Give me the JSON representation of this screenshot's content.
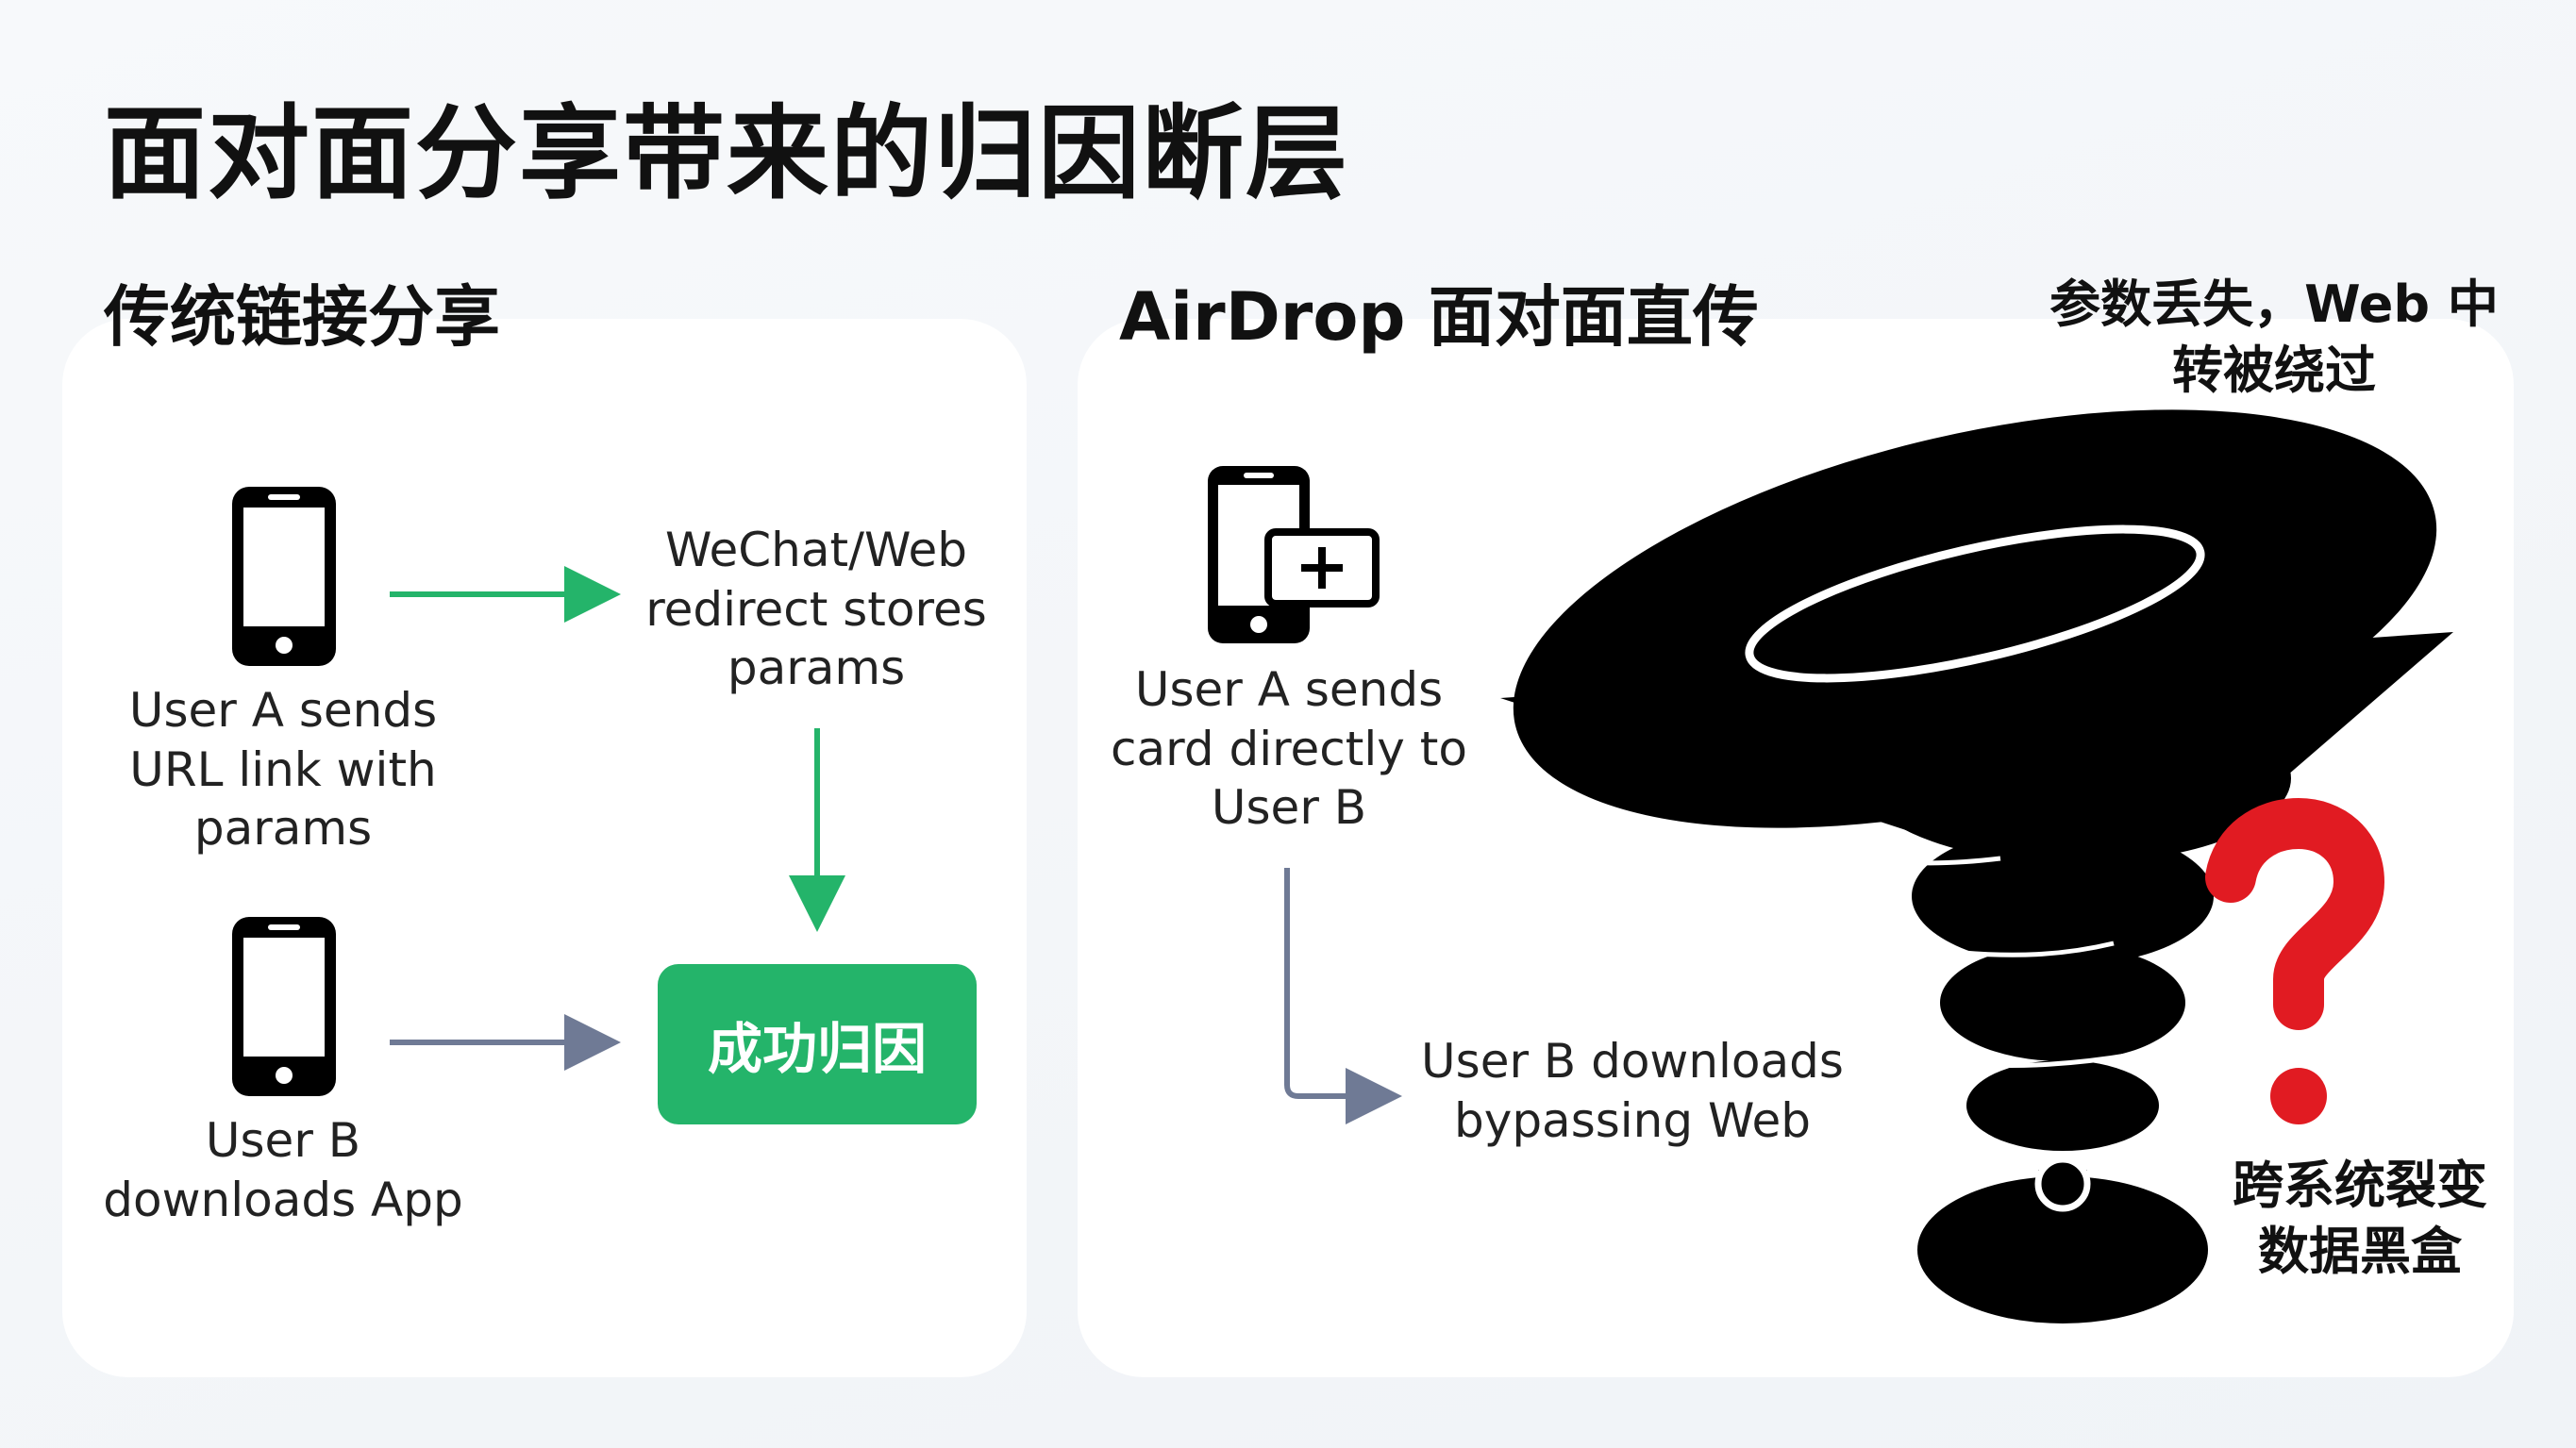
{
  "title": "面对面分享带来的归因断层",
  "left_panel": {
    "heading": "传统链接分享",
    "user_a_label": "User A sends URL link with params",
    "redirect_label": "WeChat/Web redirect stores params",
    "user_b_label": "User B downloads App",
    "success_label": "成功归因"
  },
  "right_panel": {
    "heading": "AirDrop 面对面直传",
    "user_a_label": "User A sends card directly to User B",
    "user_b_label": "User B downloads bypassing Web",
    "callout_top": "参数丢失，Web 中转被绕过",
    "callout_bottom": "跨系统裂变数据黑盒"
  },
  "colors": {
    "green": "#24b46a",
    "gray_arrow": "#6f7a95",
    "tornado": "#000000",
    "question_mark": "#e11b22"
  },
  "icons": [
    "phone-icon",
    "phone-share-icon",
    "tornado-icon",
    "question-mark-icon",
    "arrow-icon"
  ]
}
